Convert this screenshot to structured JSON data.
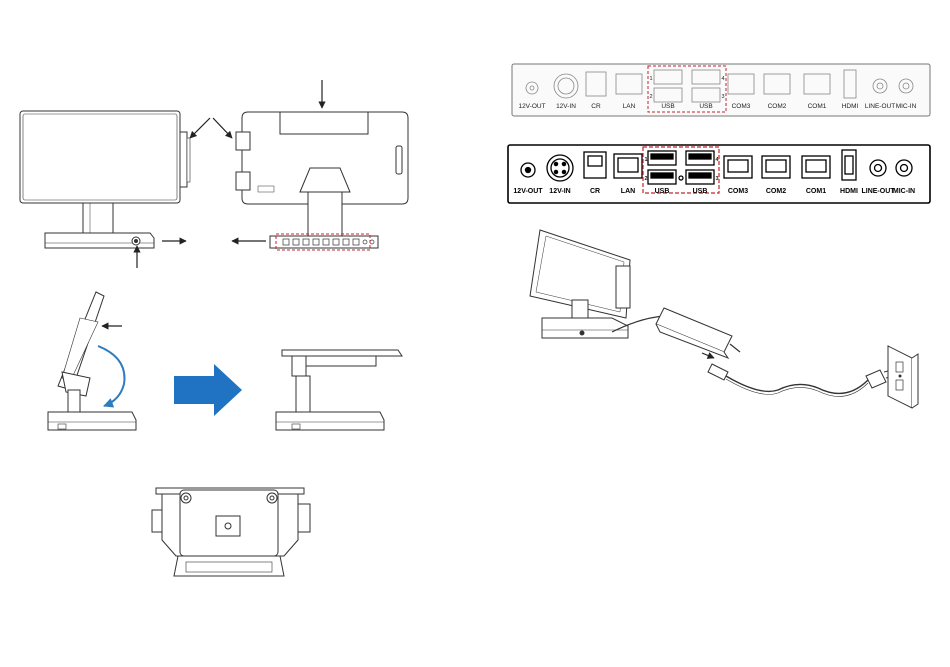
{
  "ports": {
    "twelve_v_out": "12V-OUT",
    "twelve_v_in": "12V-IN",
    "cr": "CR",
    "lan": "LAN",
    "usb_left": "USB",
    "usb_right": "USB",
    "com3": "COM3",
    "com2": "COM2",
    "com1": "COM1",
    "hdmi": "HDMI",
    "line_out": "LINE-OUT",
    "mic_in": "MIC-IN"
  },
  "usb_numbers": [
    "1",
    "2",
    "3",
    "4"
  ],
  "colors": {
    "line": "#333333",
    "dashed_highlight": "#c0272d",
    "rotate_arrow": "#2e7bbf",
    "big_arrow": "#1f73c2"
  },
  "icons": [
    "arrow-icon",
    "rotate-arrow-icon",
    "right-arrow-icon",
    "power-plug-icon",
    "wall-outlet-icon"
  ]
}
